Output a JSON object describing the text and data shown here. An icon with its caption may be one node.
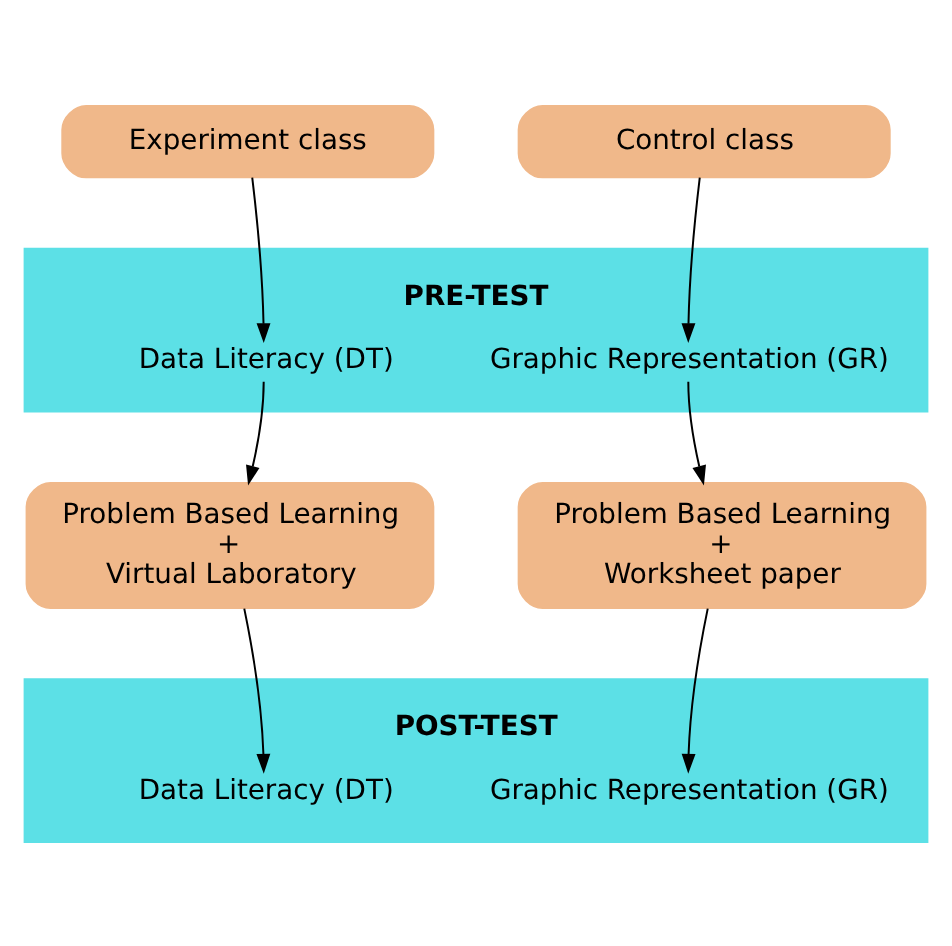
{
  "diagram": {
    "nodes": [
      {
        "text": [
          "Experiment class"
        ]
      },
      {
        "text": [
          "Control class"
        ]
      },
      {
        "text": [
          "PRE-TEST",
          "Data Literacy (DT)",
          "Graphic Representation (GR)"
        ]
      },
      {
        "text": [
          "Problem Based Learning + Virtual Laboratory"
        ]
      },
      {
        "text": [
          "Problem Based Learning + Worksheet paper"
        ]
      },
      {
        "text": [
          "POST-TEST",
          "Data Literacy (DT)",
          "Graphic Representation (GR)"
        ]
      }
    ],
    "edges": [
      {
        "from": 0,
        "to": 2,
        "arrow": "to"
      },
      {
        "from": 1,
        "to": 2,
        "arrow": "to"
      },
      {
        "from": 2,
        "to": 3,
        "arrow": "to"
      },
      {
        "from": 2,
        "to": 4,
        "arrow": "to"
      },
      {
        "from": 3,
        "to": 5,
        "arrow": "to"
      },
      {
        "from": 4,
        "to": 5,
        "arrow": "to"
      }
    ]
  }
}
